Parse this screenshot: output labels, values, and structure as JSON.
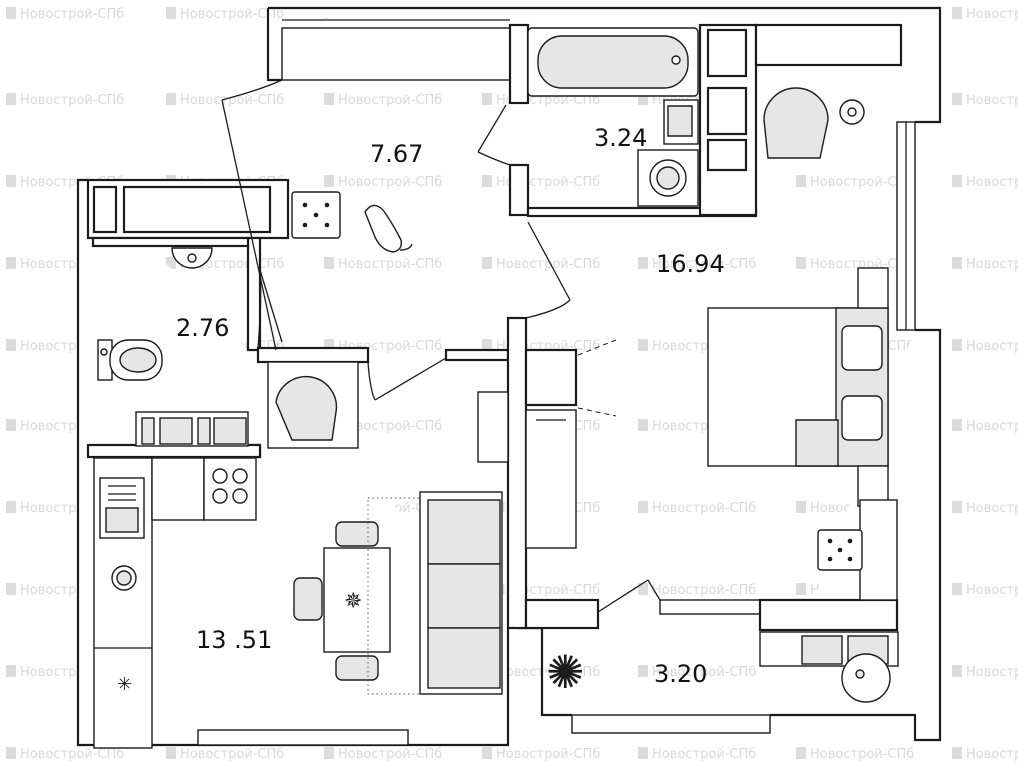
{
  "rooms": [
    {
      "id": "hall",
      "area": "7.67"
    },
    {
      "id": "bathroom",
      "area": "3.24"
    },
    {
      "id": "bedroom",
      "area": "16.94"
    },
    {
      "id": "wc",
      "area": "2.76"
    },
    {
      "id": "kitchen-living",
      "area": "13 .51"
    },
    {
      "id": "balcony",
      "area": "3.20"
    }
  ],
  "watermark": {
    "text": "Новострой-СПб"
  },
  "colors": {
    "wall": "#1b1b1b",
    "furniture_fill": "#e6e6e6",
    "watermark": "#d9d9d9"
  }
}
